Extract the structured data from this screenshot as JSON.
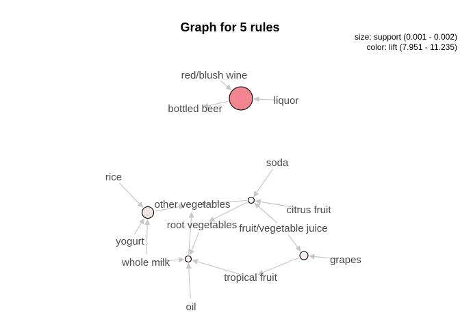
{
  "title": "Graph for 5 rules",
  "legend": {
    "size": "size: support (0.001 - 0.002)",
    "color": "color: lift (7.951 - 11.235)"
  },
  "items": [
    {
      "id": "red_blush_wine",
      "label": "red/blush wine"
    },
    {
      "id": "liquor",
      "label": "liquor"
    },
    {
      "id": "bottled_beer",
      "label": "bottled beer"
    },
    {
      "id": "soda",
      "label": "soda"
    },
    {
      "id": "rice",
      "label": "rice"
    },
    {
      "id": "other_vegetables",
      "label": "other vegetables"
    },
    {
      "id": "citrus_fruit",
      "label": "citrus fruit"
    },
    {
      "id": "root_vegetables",
      "label": "root vegetables"
    },
    {
      "id": "fruit_vegetable_juice",
      "label": "fruit/vegetable juice"
    },
    {
      "id": "yogurt",
      "label": "yogurt"
    },
    {
      "id": "grapes",
      "label": "grapes"
    },
    {
      "id": "whole_milk",
      "label": "whole milk"
    },
    {
      "id": "tropical_fruit",
      "label": "tropical fruit"
    },
    {
      "id": "oil",
      "label": "oil"
    }
  ],
  "rules": [
    {
      "id": "rule1",
      "color": "#f28690",
      "lhs": [
        "red_blush_wine",
        "liquor"
      ],
      "rhs": [
        "bottled_beer"
      ]
    },
    {
      "id": "rule2",
      "color": "#f1e4e6",
      "lhs": [
        "rice",
        "yogurt",
        "whole_milk"
      ],
      "rhs": [
        "other_vegetables"
      ]
    },
    {
      "id": "rule3",
      "color": "#f8f0f1",
      "lhs": [
        "soda",
        "citrus_fruit",
        "fruit_vegetable_juice"
      ],
      "rhs": [
        "root_vegetables",
        "other_vegetables"
      ]
    },
    {
      "id": "rule4",
      "color": "#f8eeef",
      "lhs": [
        "fruit_vegetable_juice",
        "grapes"
      ],
      "rhs": [
        "tropical_fruit"
      ]
    },
    {
      "id": "rule5",
      "color": "#f9f2f3",
      "lhs": [
        "root_vegetables",
        "tropical_fruit",
        "whole_milk",
        "oil"
      ],
      "rhs": [
        "other_vegetables"
      ]
    }
  ]
}
